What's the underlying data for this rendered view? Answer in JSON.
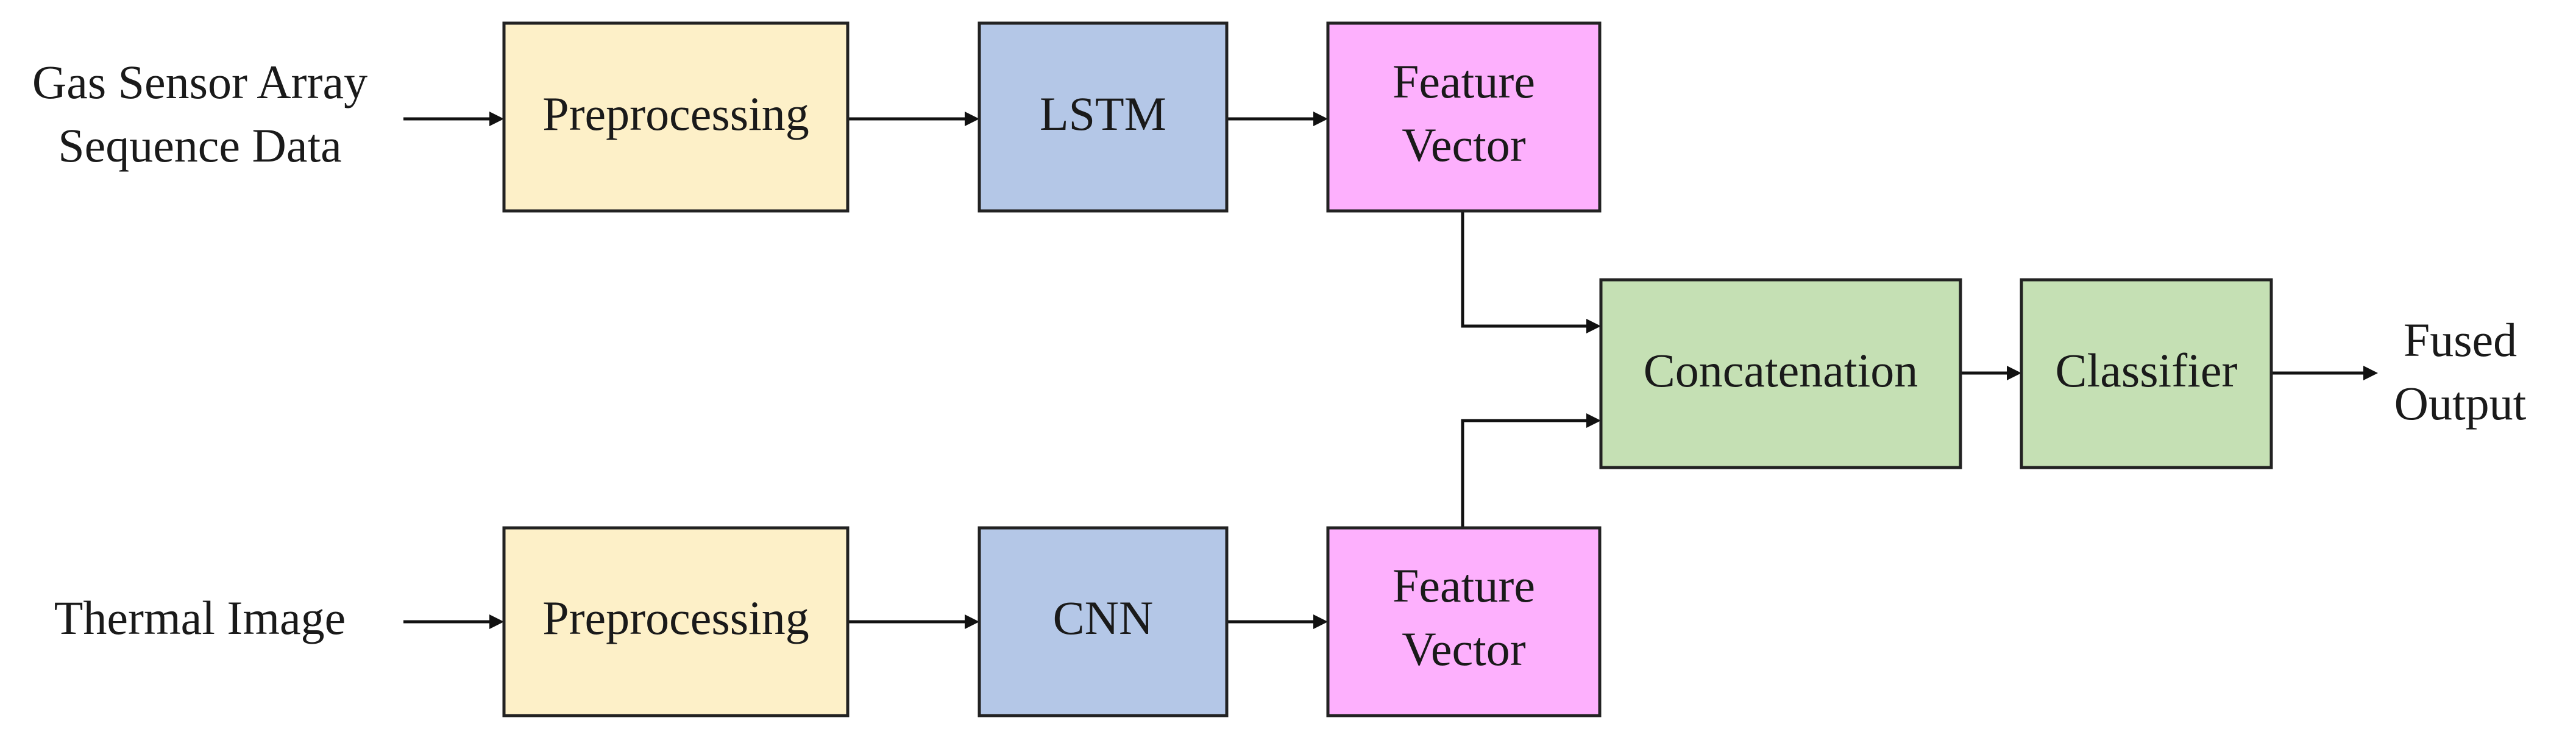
{
  "colors": {
    "preprocessing": "#FDF0C8",
    "network": "#B4C7E7",
    "feature": "#FDB0FD",
    "fusion": "#C5E0B4",
    "stroke": "#222222"
  },
  "inputs": {
    "gas_sensor": [
      "Gas Sensor Array",
      "Sequence Data"
    ],
    "thermal": [
      "Thermal Image"
    ]
  },
  "top_branch": {
    "preprocessing": [
      "Preprocessing"
    ],
    "network": [
      "LSTM"
    ],
    "feature": [
      "Feature",
      "Vector"
    ]
  },
  "bottom_branch": {
    "preprocessing": [
      "Preprocessing"
    ],
    "network": [
      "CNN"
    ],
    "feature": [
      "Feature",
      "Vector"
    ]
  },
  "fusion": {
    "concatenation": [
      "Concatenation"
    ],
    "classifier": [
      "Classifier"
    ]
  },
  "output": [
    "Fused",
    "Output"
  ]
}
